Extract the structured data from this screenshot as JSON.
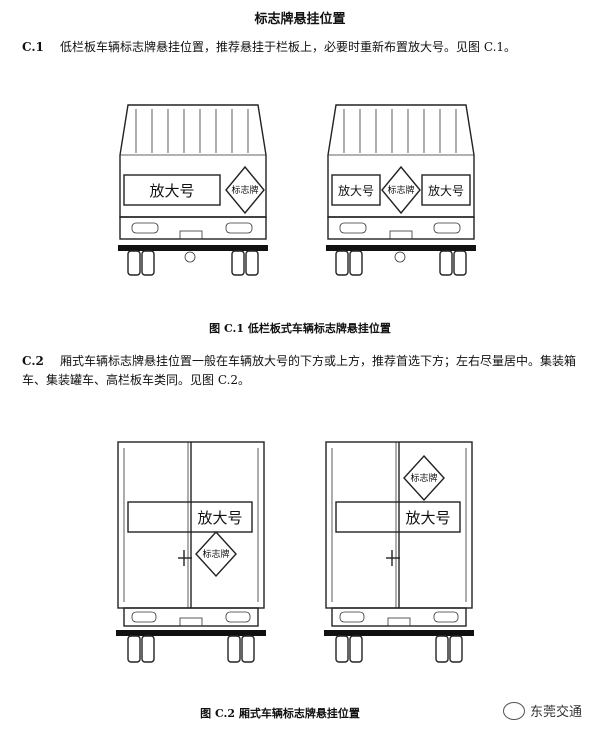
{
  "page": {
    "title": "标志牌悬挂位置",
    "c1": {
      "number": "C.1",
      "text": "低栏板车辆标志牌悬挂位置，推荐悬挂于栏板上，必要时重新布置放大号。见图 C.1。"
    },
    "fig1_caption": "图 C.1   低栏板式车辆标志牌悬挂位置",
    "c2": {
      "number": "C.2",
      "text": "厢式车辆标志牌悬挂位置一般在车辆放大号的下方或上方，推荐首选下方；左右尽量居中。集装箱车、集装罐车、高栏板车类同。见图 C.2。"
    },
    "fig2_caption": "图 C.2   厢式车辆标志牌悬挂位置"
  },
  "figure": {
    "enlarged_number": "放大号",
    "sign_plate": "标志牌"
  },
  "watermark": {
    "text": "东莞交通",
    "icon": "wechat-icon"
  }
}
